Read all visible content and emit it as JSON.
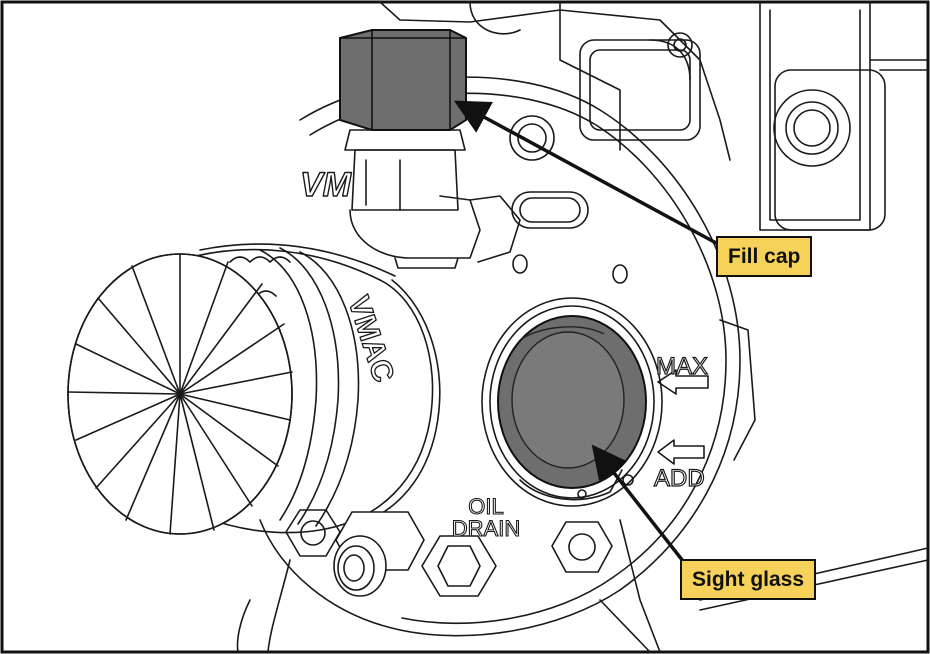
{
  "callouts": {
    "fill_cap": "Fill cap",
    "sight_glass": "Sight glass"
  },
  "markings": {
    "max": "MAX",
    "add": "ADD",
    "oil_drain_line1": "OIL",
    "oil_drain_line2": "DRAIN",
    "brand_plate": "VM",
    "brand_filter": "VMAC"
  },
  "colors": {
    "callout_fill": "#f7d25a",
    "highlight_gray": "#6e6e6e",
    "line": "#1a1a1a"
  }
}
